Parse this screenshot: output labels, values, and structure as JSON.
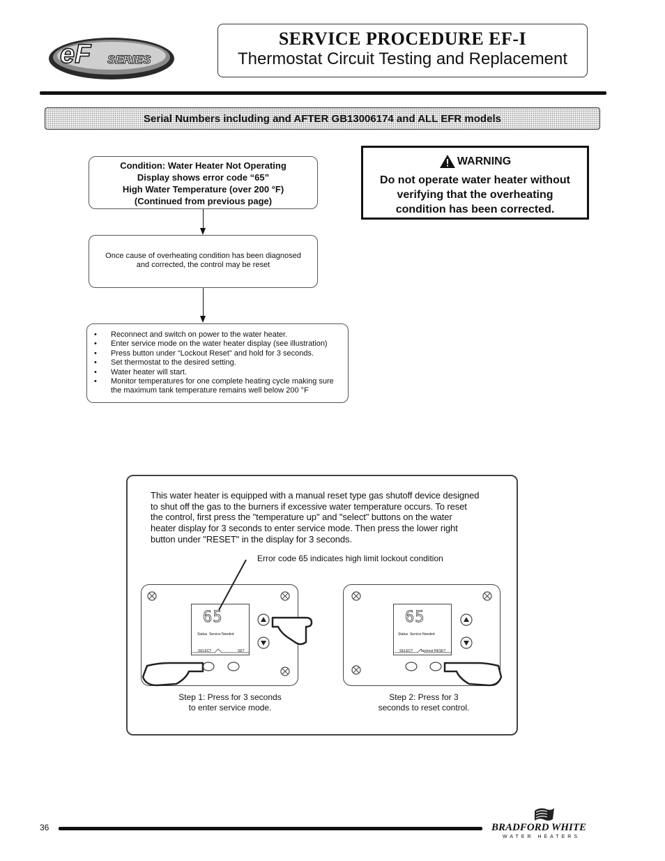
{
  "header": {
    "logo_text": "eF SERIES",
    "title_main": "SERVICE PROCEDURE EF-I",
    "title_sub": "Thermostat Circuit Testing and Replacement"
  },
  "serial_banner": "Serial Numbers including and AFTER GB13006174 and ALL EFR models",
  "flow": {
    "condition_lines": [
      "Condition: Water Heater Not Operating",
      "Display shows error code “65”",
      "High Water Temperature (over 200 °F)",
      "(Continued from previous page)"
    ],
    "reset_lines": [
      "Once cause of overheating condition has been diagnosed",
      "and corrected, the control may be reset"
    ],
    "steps": [
      "Reconnect and switch on power to the water heater.",
      "Enter service mode on the water heater display (see illustration)",
      "Press button under “Lockout Reset” and hold for 3 seconds.",
      "Set thermostat to the desired setting.",
      "Water heater will start.",
      "Monitor temperatures for one complete heating cycle making sure the maximum tank temperature remains well below 200 °F"
    ]
  },
  "warning": {
    "title": "WARNING",
    "lines": [
      "Do not operate water heater without",
      "verifying that the overheating",
      "condition has been corrected."
    ]
  },
  "illustration": {
    "lines": [
      "This water heater is equipped with a manual reset type gas shutoff device designed",
      "to shut off the gas to the burners if excessive water temperature occurs.  To reset",
      "the control, first press the \"temperature up\" and \"select\" buttons on the water",
      "heater display for 3 seconds to enter service mode.  Then press the lower right",
      "button under \"RESET\" in the display for 3 seconds."
    ],
    "callout": "Error code 65 indicates high limit lockout condition",
    "panel1": {
      "digits": "65",
      "status_label": "Status",
      "status_value": "Service Needed",
      "left_key": "SELECT",
      "right_key": "SET",
      "caption_lines": [
        "Step 1: Press for 3 seconds",
        "to enter service mode."
      ]
    },
    "panel2": {
      "digits": "65",
      "status_label": "Status",
      "status_value": "Service Needed",
      "left_key": "SELECT",
      "right_key": "Lockout RESET",
      "caption_lines": [
        "Step 2: Press for 3",
        "seconds to reset control."
      ]
    }
  },
  "footer": {
    "page_number": "36",
    "brand": "BRADFORD WHITE",
    "brand_sub": "WATER HEATERS"
  }
}
